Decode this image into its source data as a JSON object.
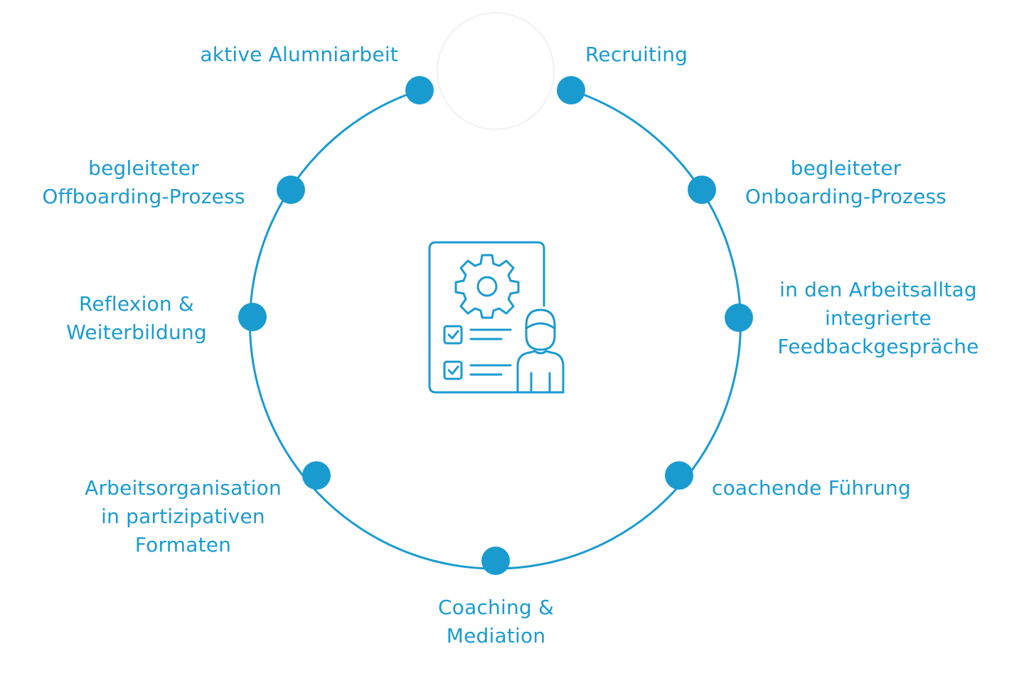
{
  "colors": {
    "accent": "#1a9bd0",
    "faint": "#eef1f4"
  },
  "center_icon": "checklist-gear-person-icon",
  "nodes": [
    {
      "id": "recruiting",
      "lines": [
        "Recruiting"
      ]
    },
    {
      "id": "onboarding",
      "lines": [
        "begleiteter",
        "Onboarding-Prozess"
      ]
    },
    {
      "id": "feedback",
      "lines": [
        "in den Arbeitsalltag",
        "integrierte",
        "Feedbackgespräche"
      ]
    },
    {
      "id": "fuehrung",
      "lines": [
        "coachende Führung"
      ]
    },
    {
      "id": "coaching",
      "lines": [
        "Coaching &",
        "Mediation"
      ]
    },
    {
      "id": "arbeitsorganisation",
      "lines": [
        "Arbeitsorganisation",
        "in partizipativen",
        "Formaten"
      ]
    },
    {
      "id": "reflexion",
      "lines": [
        "Reflexion &",
        "Weiterbildung"
      ]
    },
    {
      "id": "offboarding",
      "lines": [
        "begleiteter",
        "Offboarding-Prozess"
      ]
    },
    {
      "id": "alumni",
      "lines": [
        "aktive Alumniarbeit"
      ]
    }
  ]
}
